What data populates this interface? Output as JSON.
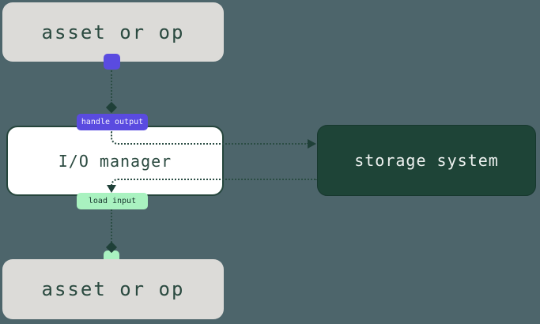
{
  "diagram": {
    "title": "io-manager-flow-diagram",
    "nodes": {
      "asset_top": {
        "label": "asset or op"
      },
      "io_manager": {
        "label": "I/O manager"
      },
      "storage": {
        "label": "storage system"
      },
      "asset_bottom": {
        "label": "asset or op"
      }
    },
    "badges": {
      "handle_output": {
        "label": "handle output"
      },
      "load_input": {
        "label": "load input"
      }
    },
    "connectors": {
      "asset_to_handle_output": "dotted line with diamond end",
      "io_manager_to_storage": "dotted elbow with right arrow",
      "storage_to_io_manager": "dotted elbow with down arrow",
      "load_input_to_asset": "dotted line with diamond end"
    },
    "colors": {
      "background": "#4d656b",
      "asset_box_bg": "#dcdbd8",
      "asset_text": "#2b4a40",
      "io_box_bg": "#ffffff",
      "io_border": "#25453c",
      "storage_bg": "#1e4437",
      "storage_text": "#eef2f0",
      "accent_purple": "#5a4be0",
      "accent_green": "#a9f2c0",
      "badge_purple_text": "#f2f1fd",
      "badge_green_text": "#16332b",
      "connector": "#2b4d44",
      "marker": "#1f4038"
    }
  }
}
